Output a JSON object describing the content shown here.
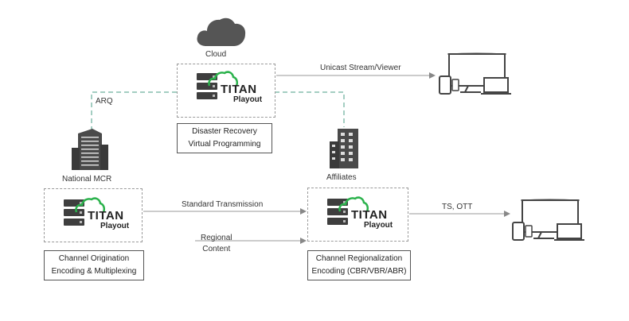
{
  "diagram": {
    "cloud_label": "Cloud",
    "arq_label": "ARQ",
    "national_mcr_label": "National MCR",
    "affiliates_label": "Affiliates",
    "unicast_label": "Unicast Stream/Viewer",
    "standard_transmission_label": "Standard Transmission",
    "regional_content_label": "Regional\nContent",
    "ts_ott_label": "TS, OTT",
    "logo": {
      "brand": "TITAN",
      "product": "Playout"
    },
    "boxes": {
      "cloud": [
        "Disaster Recovery",
        "Virtual Programming"
      ],
      "national": [
        "Channel Origination",
        "Encoding & Multiplexing"
      ],
      "regional": [
        "Channel Regionalization",
        "Encoding (CBR/VBR/ABR)"
      ]
    },
    "colors": {
      "brand_green": "#2bb24c",
      "dash_line": "#4a9d86",
      "arrow": "#9a9a9a",
      "icon_dark": "#3e3e3e"
    }
  }
}
